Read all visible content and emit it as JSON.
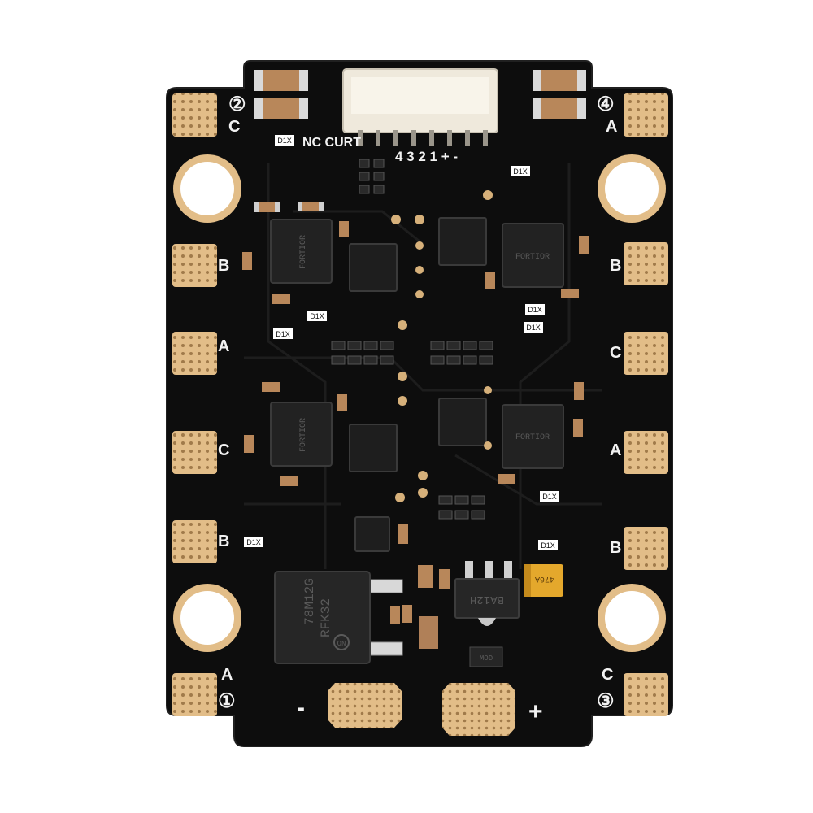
{
  "image": {
    "subject": "4-in-1 ESC circuit board",
    "colors": {
      "background": "#ffffff",
      "board": "#0d0d0d",
      "trace": "#1b1b1b",
      "pad_gold": "#e2bd88",
      "component_tan": "#b8875a",
      "chip": "#222222",
      "silkscreen": "#f2f2f2",
      "tantalum": "#e4a82c"
    }
  },
  "silkscreen": {
    "header_label": "NC CURT",
    "header_pins": "4 3 2 1 + -",
    "motor_numbers": [
      "②",
      "④",
      "①",
      "③"
    ],
    "left_phases": [
      "C",
      "B",
      "A",
      "C",
      "B",
      "A"
    ],
    "right_phases": [
      "A",
      "B",
      "C",
      "A",
      "B",
      "C"
    ],
    "power_minus": "-",
    "power_plus": "+",
    "diode_mark": "D1X"
  },
  "chip_markings": {
    "regulator_line1": "78M12G",
    "regulator_line2": "RFK32",
    "regulator_logo": "ON",
    "diode_chip": "BA12H",
    "tantalum_cap": "476A",
    "small_ic": "MOD",
    "driver_chip": "FORTIOR"
  }
}
